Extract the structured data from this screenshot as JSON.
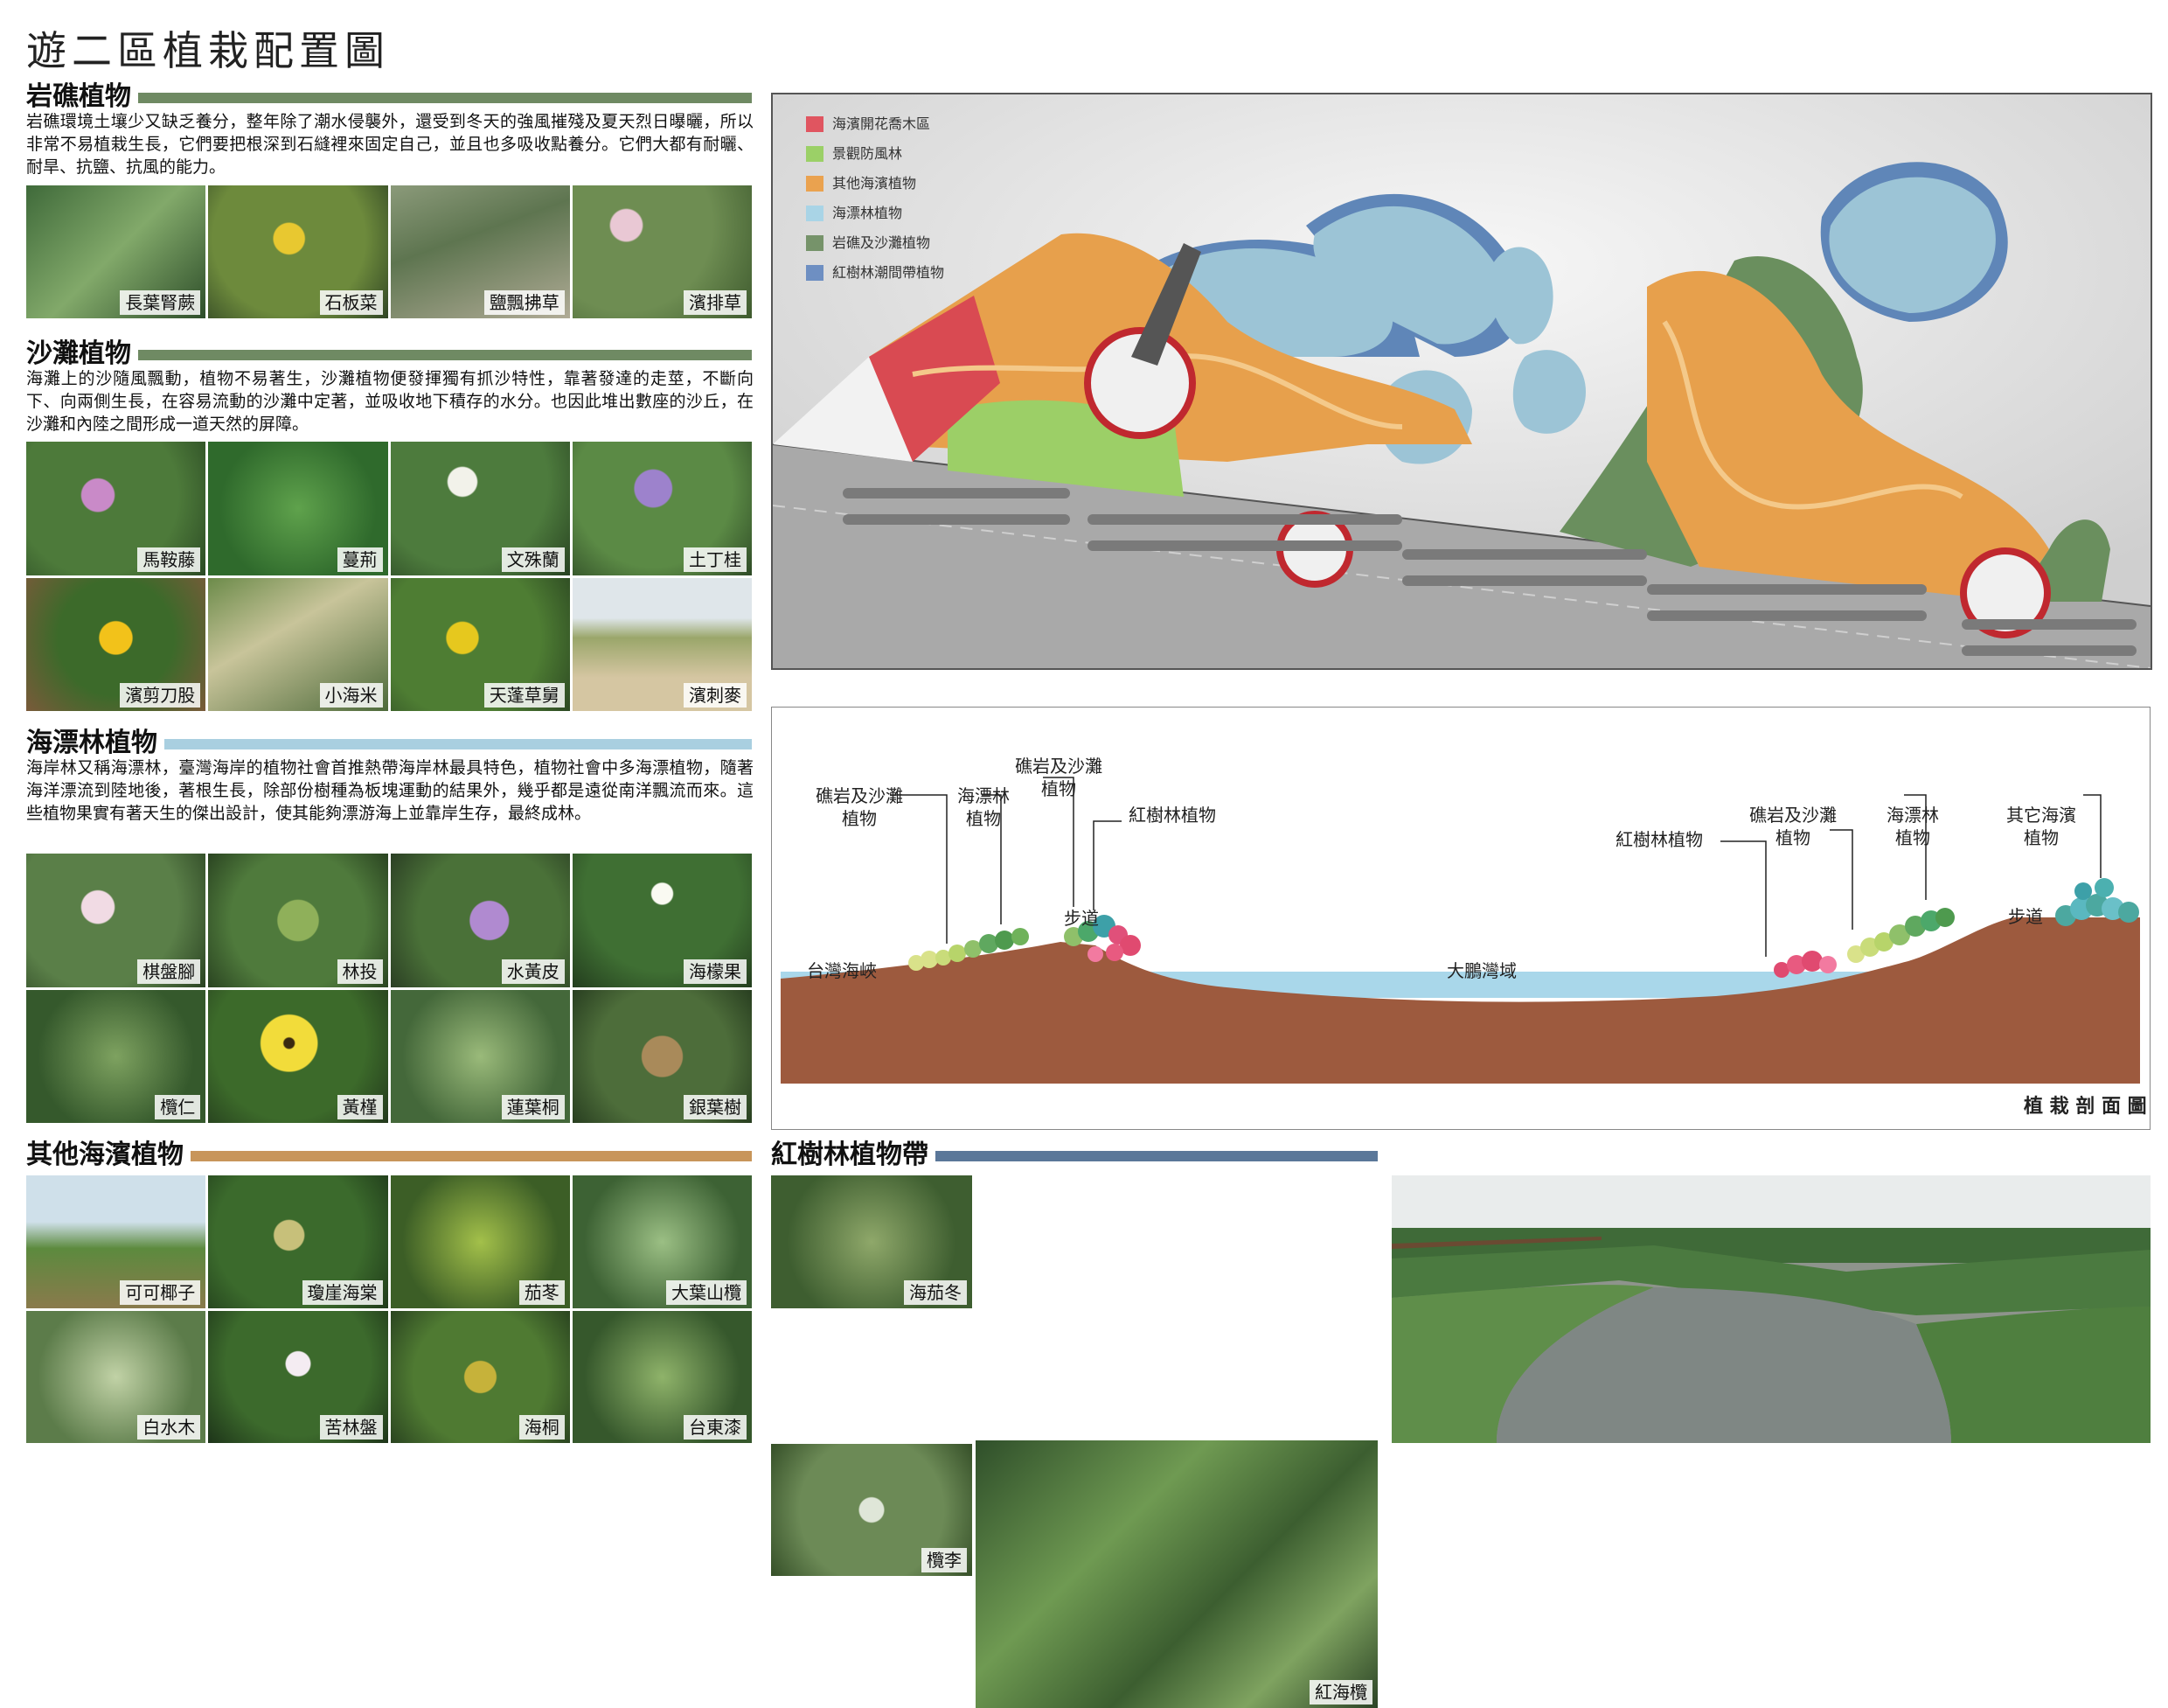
{
  "page_title": "遊二區植栽配置圖",
  "sections": {
    "rock": {
      "title": "岩礁植物",
      "desc": "岩礁環境土壤少又缺乏養分，整年除了潮水侵襲外，還受到冬天的強風摧殘及夏天烈日曝曬，所以非常不易植栽生長，它們要把根深到石縫裡來固定自己，並且也多吸收點養分。它們大都有耐曬、耐旱、抗鹽、抗風的能力。",
      "plants": [
        "長葉腎蕨",
        "石板菜",
        "鹽飄拂草",
        "濱排草"
      ]
    },
    "sand": {
      "title": "沙灘植物",
      "desc": "海灘上的沙隨風飄動，植物不易著生，沙灘植物便發揮獨有抓沙特性，靠著發達的走莖，不斷向下、向兩側生長，在容易流動的沙灘中定著，並吸收地下積存的水分。也因此堆出數座的沙丘，在沙灘和內陸之間形成一道天然的屏障。",
      "plants": [
        "馬鞍藤",
        "蔓荊",
        "文殊蘭",
        "土丁桂",
        "濱剪刀股",
        "小海米",
        "天蓬草舅",
        "濱刺麥"
      ]
    },
    "drift": {
      "title": "海漂林植物",
      "desc": "海岸林又稱海漂林，臺灣海岸的植物社會首推熱帶海岸林最具特色，植物社會中多海漂植物，隨著海洋漂流到陸地後，著根生長，除部份樹種為板塊運動的結果外，幾乎都是遠從南洋飄流而來。這些植物果實有著天生的傑出設計，使其能夠漂游海上並靠岸生存，最終成林。",
      "plants": [
        "棋盤腳",
        "林投",
        "水黃皮",
        "海檬果",
        "欖仁",
        "黃槿",
        "蓮葉桐",
        "銀葉樹"
      ]
    },
    "other": {
      "title": "其他海濱植物",
      "plants": [
        "可可椰子",
        "瓊崖海棠",
        "茄苳",
        "大葉山欖",
        "白水木",
        "苦林盤",
        "海桐",
        "台東漆"
      ]
    },
    "mangrove": {
      "title": "紅樹林植物帶",
      "plants": [
        "海茄冬",
        "欖李",
        "紅海欖"
      ]
    }
  },
  "legend": [
    {
      "label": "海濱開花喬木區",
      "color": "#e05560"
    },
    {
      "label": "景觀防風林",
      "color": "#9bd067"
    },
    {
      "label": "其他海濱植物",
      "color": "#eaa24f"
    },
    {
      "label": "海漂林植物",
      "color": "#a9d4e6"
    },
    {
      "label": "岩礁及沙灘植物",
      "color": "#76936a"
    },
    {
      "label": "紅樹林潮間帶植物",
      "color": "#6e8fc2"
    }
  ],
  "section_diagram": {
    "caption": "植 栽 剖 面 圖",
    "left_sea": "台灣海峽",
    "bay": "大鵬灣域",
    "walkway_left": "步道",
    "walkway_right": "步道",
    "labels_left": [
      "礁岩及沙灘\n植物",
      "海漂林\n植物",
      "礁岩及沙灘\n植物",
      "紅樹林植物"
    ],
    "labels_right": [
      "紅樹林植物",
      "礁岩及沙灘\n植物",
      "海漂林\n植物",
      "其它海濱\n植物"
    ]
  },
  "colors": {
    "rock_bar": "#6f8a63",
    "sand_bar": "#6f8a63",
    "drift_bar": "#a9cfe0",
    "other_bar": "#c8955a",
    "mangrove_bar": "#5a7799"
  }
}
